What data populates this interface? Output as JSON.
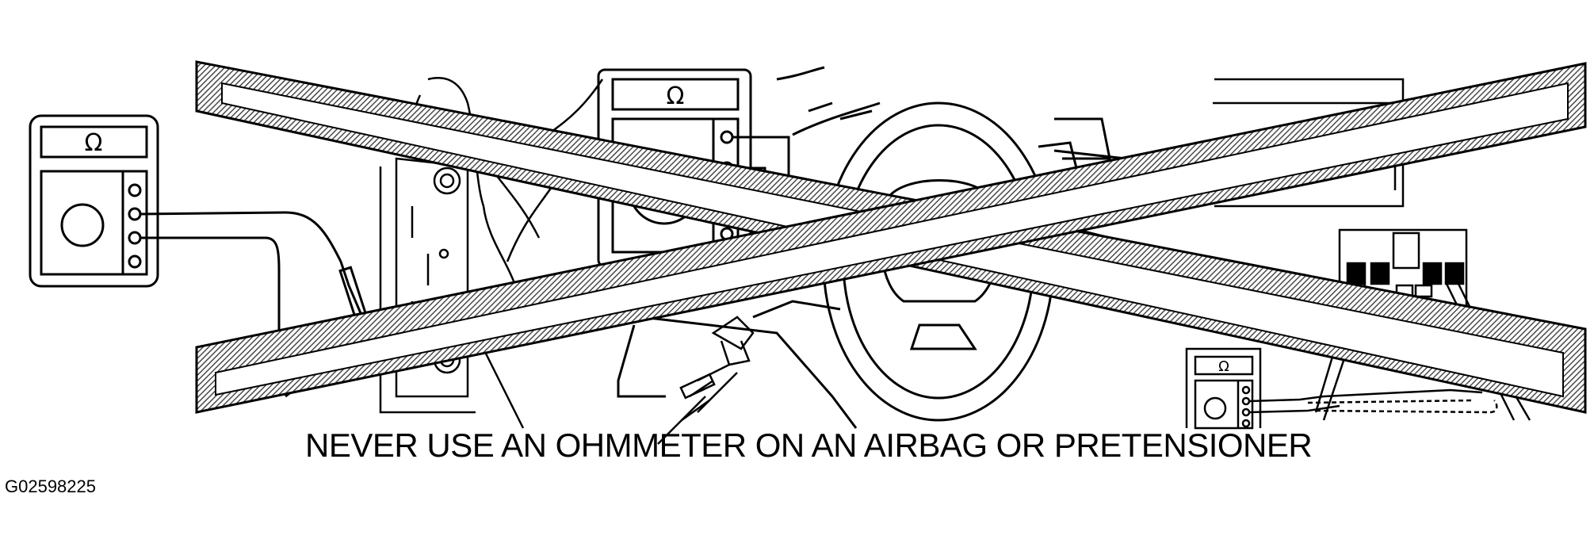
{
  "caption": "NEVER USE AN OHMMETER ON AN AIRBAG OR PRETENSIONER",
  "figure_id": "G02598225",
  "meter_symbol": "Ω",
  "colors": {
    "line": "#000000",
    "hatch": "#5a5a5a",
    "background": "#ffffff"
  },
  "icons": [
    "ohmmeter-icon",
    "steering-wheel-icon",
    "seat-belt-pretensioner-icon",
    "airbag-connector-icon",
    "prohibition-cross-icon"
  ]
}
